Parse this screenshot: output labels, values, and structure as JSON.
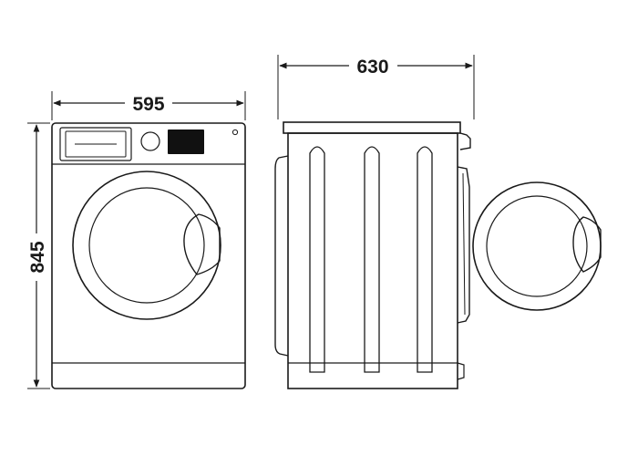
{
  "dimensions": {
    "width": "595",
    "depth": "630",
    "height": "845"
  },
  "colors": {
    "line": "#1a1a1a",
    "background": "#ffffff",
    "display": "#111111"
  }
}
